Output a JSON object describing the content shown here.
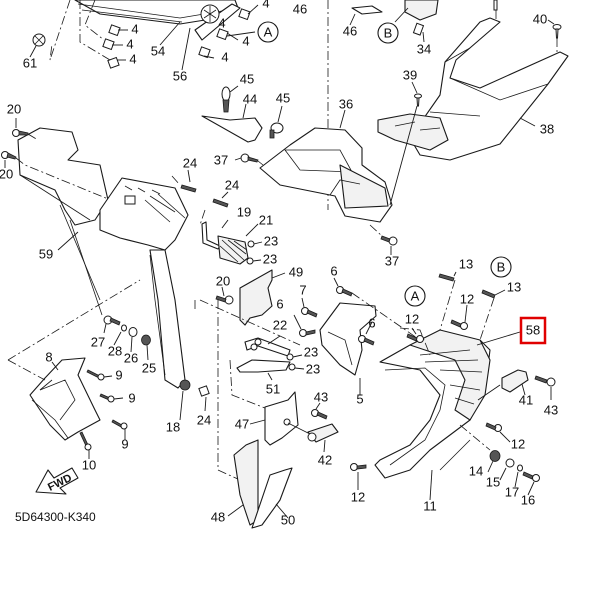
{
  "diagram": {
    "title": "Side Cover / Leg Shield Exploded Parts Diagram",
    "catalog_code": "5D64300-K340",
    "direction_marker": "FWD",
    "highlighted_part": "58",
    "highlight_color": "#e00000",
    "reference_markers": [
      "A",
      "B"
    ],
    "callouts": {
      "c4a": "4",
      "c4b": "4",
      "c4c": "4",
      "c4d": "4",
      "c4e": "4",
      "c4f": "4",
      "c4g": "4",
      "c5": "5",
      "c6a": "6",
      "c6b": "6",
      "c6c": "6",
      "c7": "7",
      "c8": "8",
      "c9a": "9",
      "c9b": "9",
      "c9c": "9",
      "c10": "10",
      "c11": "11",
      "c12a": "12",
      "c12b": "12",
      "c12c": "12",
      "c12d": "12",
      "c13a": "13",
      "c13b": "13",
      "c14": "14",
      "c15": "15",
      "c16": "16",
      "c17": "17",
      "c18": "18",
      "c19": "19",
      "c20a": "20",
      "c20b": "20",
      "c20c": "20",
      "c21": "21",
      "c22": "22",
      "c23a": "23",
      "c23b": "23",
      "c23c": "23",
      "c23d": "23",
      "c24a": "24",
      "c24b": "24",
      "c24c": "24",
      "c25": "25",
      "c26": "26",
      "c27": "27",
      "c28": "28",
      "c34": "34",
      "c36": "36",
      "c37a": "37",
      "c37b": "37",
      "c38": "38",
      "c39": "39",
      "c40": "40",
      "c41": "41",
      "c42": "42",
      "c43a": "43",
      "c43b": "43",
      "c44": "44",
      "c45a": "45",
      "c45b": "45",
      "c46a": "46",
      "c46b": "46",
      "c47": "47",
      "c48": "48",
      "c49": "49",
      "c50": "50",
      "c51": "51",
      "c54": "54",
      "c56": "56",
      "c58": "58",
      "c59": "59",
      "c61": "61"
    }
  }
}
